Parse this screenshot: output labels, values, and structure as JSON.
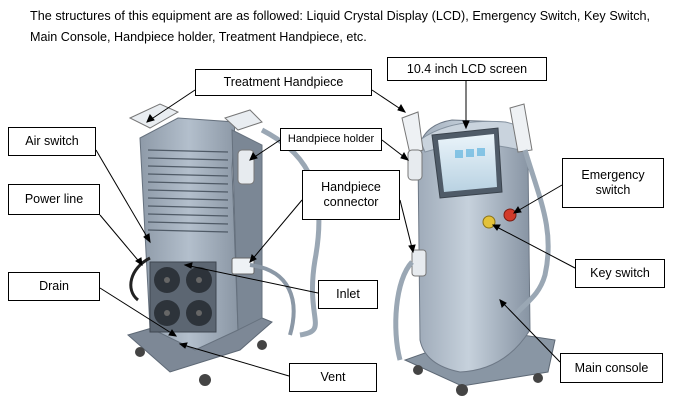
{
  "intro": {
    "text": "The structures of this equipment are as followed: Liquid Crystal Display (LCD), Emergency Switch, Key Switch, Main Console, Handpiece holder, Treatment Handpiece, etc."
  },
  "labels": {
    "treatment_handpiece": "Treatment Handpiece",
    "lcd_screen": "10.4 inch LCD screen",
    "air_switch": "Air switch",
    "handpiece_holder": "Handpiece holder",
    "handpiece_connector": "Handpiece connector",
    "power_line": "Power line",
    "emergency_switch": "Emergency switch",
    "key_switch": "Key switch",
    "drain": "Drain",
    "inlet": "Inlet",
    "vent": "Vent",
    "main_console": "Main console"
  },
  "colors": {
    "body": "#a7b3c1",
    "body_dark": "#7f8c9b",
    "screen": "#dbeaf3",
    "emergency": "#d23a2a",
    "key": "#e3c23a"
  }
}
